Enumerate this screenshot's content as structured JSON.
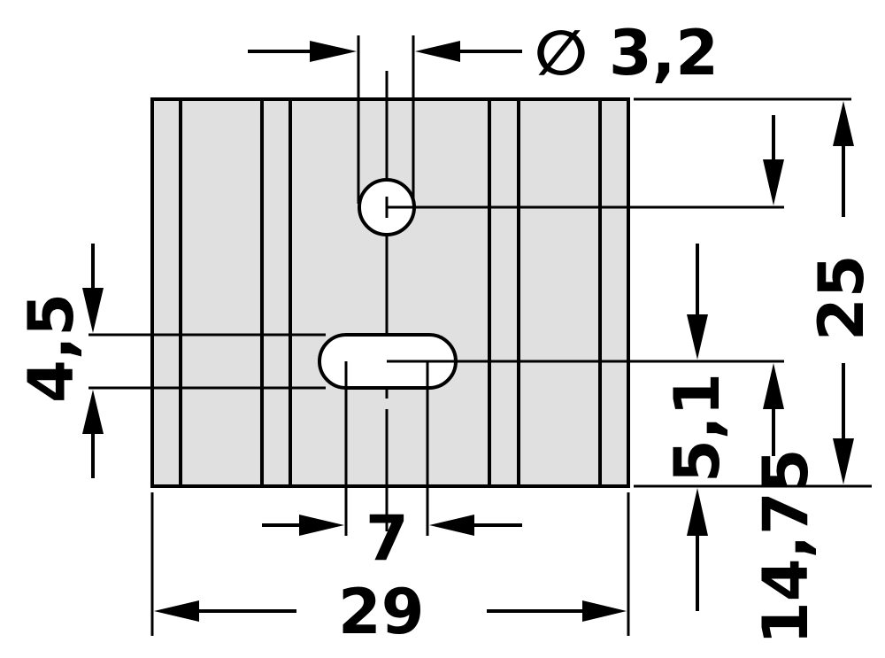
{
  "drawing": {
    "background_color": "#ffffff",
    "part_fill": "#e0e0e0",
    "line_color": "#000000",
    "hole_symbol": "∅",
    "dimensions": {
      "hole_diameter": "3,2",
      "height": "25",
      "slot_width": "4,5",
      "slot_from_bottom": "5,1",
      "hole_from_bottom": "14,75",
      "slot_length": "7",
      "width": "29"
    }
  }
}
